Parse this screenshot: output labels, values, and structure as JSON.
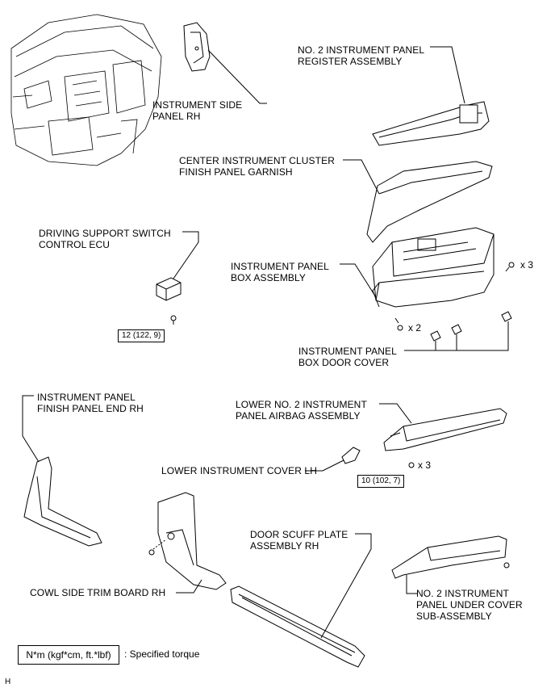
{
  "labels": {
    "side_panel": [
      "INSTRUMENT SIDE",
      "PANEL RH"
    ],
    "register": [
      "NO. 2 INSTRUMENT PANEL",
      "REGISTER ASSEMBLY"
    ],
    "garnish": [
      "CENTER INSTRUMENT CLUSTER",
      "FINISH PANEL GARNISH"
    ],
    "ecu": [
      "DRIVING SUPPORT SWITCH",
      "CONTROL ECU"
    ],
    "box_assy": [
      "INSTRUMENT PANEL",
      "BOX ASSEMBLY"
    ],
    "box_door_cover": [
      "INSTRUMENT PANEL",
      "BOX DOOR COVER"
    ],
    "finish_end": [
      "INSTRUMENT PANEL",
      "FINISH PANEL END RH"
    ],
    "airbag": [
      "LOWER NO. 2 INSTRUMENT",
      "PANEL AIRBAG ASSEMBLY"
    ],
    "lower_cover": "LOWER INSTRUMENT COVER LH",
    "scuff": [
      "DOOR SCUFF PLATE",
      "ASSEMBLY RH"
    ],
    "cowl": "COWL SIDE TRIM BOARD RH",
    "under_cover": [
      "NO. 2 INSTRUMENT",
      "PANEL UNDER COVER",
      "SUB-ASSEMBLY"
    ]
  },
  "quantities": {
    "box_screws": "x 3",
    "box_bolts": "x 2",
    "airbag_bolts": "x 3"
  },
  "torques": {
    "ecu": "12 (122, 9)",
    "airbag": "10 (102, 7)"
  },
  "legend": {
    "box": "N*m (kgf*cm, ft.*lbf)",
    "text": ": Specified torque"
  },
  "figure_code": "H"
}
